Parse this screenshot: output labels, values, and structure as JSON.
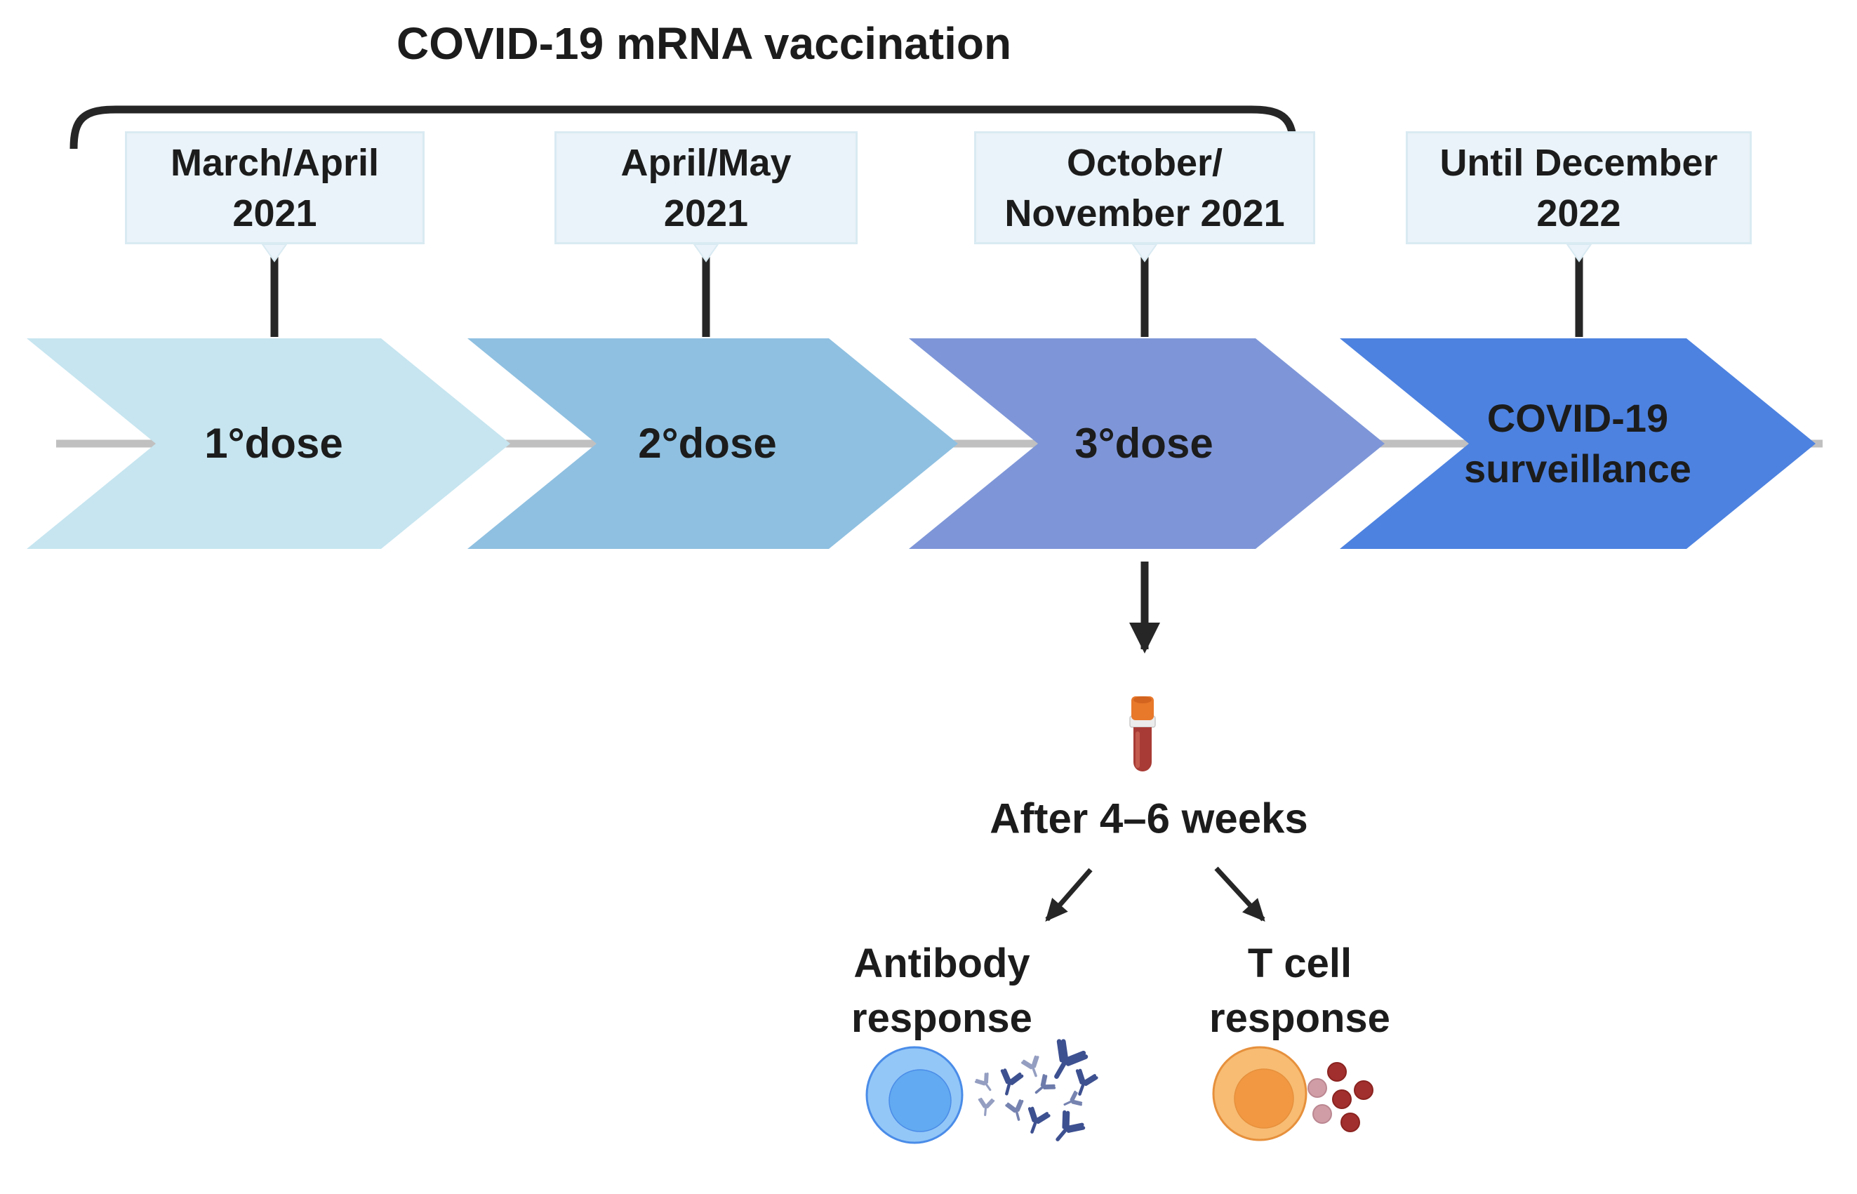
{
  "title": "COVID-19 mRNA vaccination",
  "timeline": {
    "milestones": [
      {
        "date_lines": [
          "March/April",
          "2021"
        ],
        "label_lines": [
          "1°dose"
        ]
      },
      {
        "date_lines": [
          "April/May",
          "2021"
        ],
        "label_lines": [
          "2°dose"
        ]
      },
      {
        "date_lines": [
          "October/",
          "November 2021"
        ],
        "label_lines": [
          "3°dose"
        ]
      },
      {
        "date_lines": [
          "Until December",
          "2022"
        ],
        "label_lines": [
          "COVID-19",
          "surveillance"
        ]
      }
    ]
  },
  "sampling": {
    "time_label": "After 4–6 weeks",
    "branches": [
      {
        "label_lines": [
          "Antibody",
          "response"
        ]
      },
      {
        "label_lines": [
          "T cell",
          "response"
        ]
      }
    ]
  },
  "colors": {
    "arrow_1": "#c6e5f0",
    "arrow_2": "#8fc0e1",
    "arrow_3": "#7e96d8",
    "arrow_4": "#4d82e0",
    "date_box_bg": "#eaf3f9",
    "date_box_border": "#d9eaf2",
    "timeline_gray": "#c1c0c0",
    "line_black": "#262626",
    "antibody_navy": "#3d5090",
    "b_cell_fill": "#93c7f8",
    "b_cell_border": "#4a8ce8",
    "b_cell_nucleus": "#62aaf1",
    "t_cell_fill": "#f8bc73",
    "t_cell_border": "#e6903c",
    "t_cell_nucleus": "#f39842",
    "tube_cap_orange": "#e8782a",
    "tube_cap_top": "#d2641f",
    "blood_red": "#a83b35",
    "blood_highlight": "#c25a4e",
    "dot_dark_red": "#a12f2d",
    "dot_pink": "#d09da6"
  }
}
